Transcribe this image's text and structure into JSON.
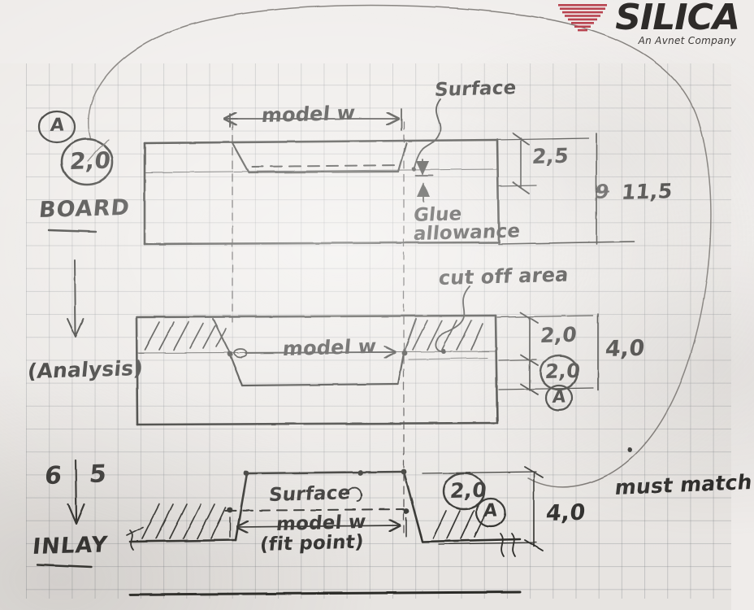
{
  "document": {
    "kind": "hand-drawn-engineering-sketch",
    "medium": "pen on graph paper",
    "title_text": "Board / Analysis / Inlay cross-section sketch"
  },
  "branding": {
    "company": "SILICA",
    "tagline": "An Avnet Company",
    "mark_color": "#b8434f",
    "text_color": "#2e2b29"
  },
  "stage_labels": {
    "board": "BOARD",
    "analysis": "(Analysis)",
    "inlay": "INLAY",
    "arrow_left_mark": "6",
    "arrow_right_mark": "5"
  },
  "callouts": {
    "datum_a": "A",
    "datum_a_mid": "A",
    "datum_a_bottom": "A",
    "tol_top": "2,0",
    "tol_mid": "2,0",
    "tol_bottom": "2,0",
    "must_match": "must match"
  },
  "top_view": {
    "width_label": "model w",
    "surface_label": "Surface",
    "glue_label_line1": "Glue",
    "glue_label_line2": "allowance",
    "dim_pocket_depth": "2,5",
    "dim_board_thickness": "11,5",
    "dim_board_thickness_struck": "9"
  },
  "mid_view": {
    "width_label": "model w",
    "cut_off_label": "cut off area",
    "dim_upper": "2,0",
    "dim_total": "4,0"
  },
  "bottom_view": {
    "surface_label": "Surface",
    "width_label": "model w",
    "fit_point_label": "(fit point)",
    "dim_total": "4,0"
  },
  "colors": {
    "paper": "#eeebe8",
    "grid_line": "#7a7d82",
    "ink": "#2b2a28",
    "pencil": "#5e5b57"
  }
}
